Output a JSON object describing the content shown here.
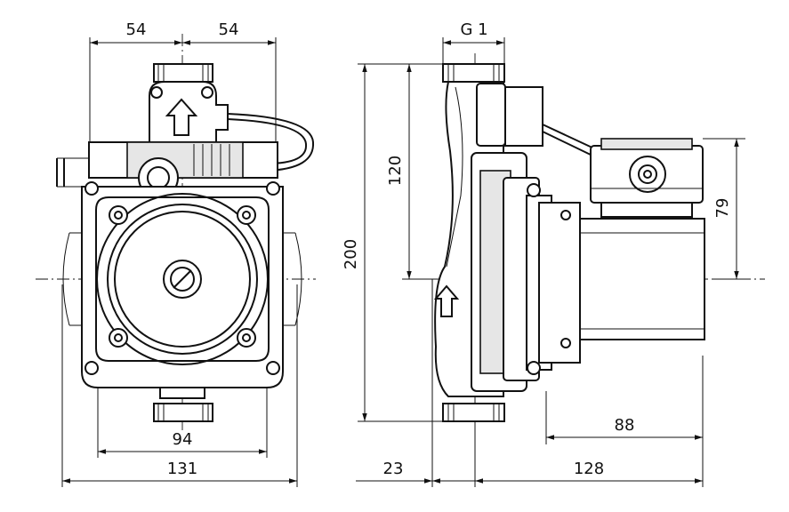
{
  "dimensions": {
    "front_top_left": "54",
    "front_top_right": "54",
    "front_inner_width": "94",
    "front_overall_width": "131",
    "side_thread": "G 1",
    "side_height_overall": "200",
    "side_height_upper": "120",
    "side_motor_height": "79",
    "side_motor_depth": "88",
    "side_offset_left": "23",
    "side_depth_right": "128"
  },
  "colors": {
    "line": "#111111",
    "background": "#ffffff",
    "shade": "#e6e6e6"
  }
}
